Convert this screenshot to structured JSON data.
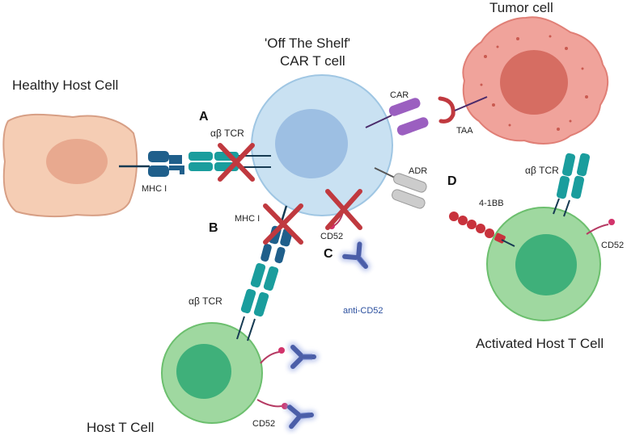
{
  "cells": {
    "car_t": {
      "title_line1": "'Off The Shelf'",
      "title_line2": "CAR T cell"
    },
    "tumor": {
      "title": "Tumor cell"
    },
    "healthy_host": {
      "title": "Healthy Host Cell"
    },
    "host_t": {
      "title": "Host T Cell"
    },
    "activated_host_t": {
      "title": "Activated Host T Cell"
    }
  },
  "markers": {
    "a": "A",
    "b": "B",
    "c": "C",
    "d": "D"
  },
  "receptors": {
    "mhc1_healthy": "MHC I",
    "tcr_car": "αβ TCR",
    "mhc1_car": "MHC I",
    "cd52_car": "CD52",
    "car": "CAR",
    "taa": "TAA",
    "adr": "ADR",
    "bb41": "4-1BB",
    "tcr_activated": "αβ TCR",
    "cd52_activated": "CD52",
    "tcr_host": "αβ TCR",
    "cd52_host": "CD52",
    "anti_cd52": "anti-CD52"
  },
  "colors": {
    "car_t_outer": "#c9e1f2",
    "car_t_nucleus": "#9dbfe3",
    "tumor_body": "#f0a39b",
    "tumor_nucleus": "#d66d62",
    "healthy_body": "#f5cdb4",
    "healthy_nucleus": "#e8a98f",
    "host_t_body": "#9fd8a0",
    "host_t_nucleus": "#3fb07a",
    "teal_receptor": "#1a9d9d",
    "dark_receptor": "#1f5f8b",
    "car_receptor": "#9b5fc0",
    "adr_receptor": "#cccccc",
    "bb41_beads": "#c8323c",
    "cross": "#c0393f",
    "antibody": "#5a6fb8"
  }
}
